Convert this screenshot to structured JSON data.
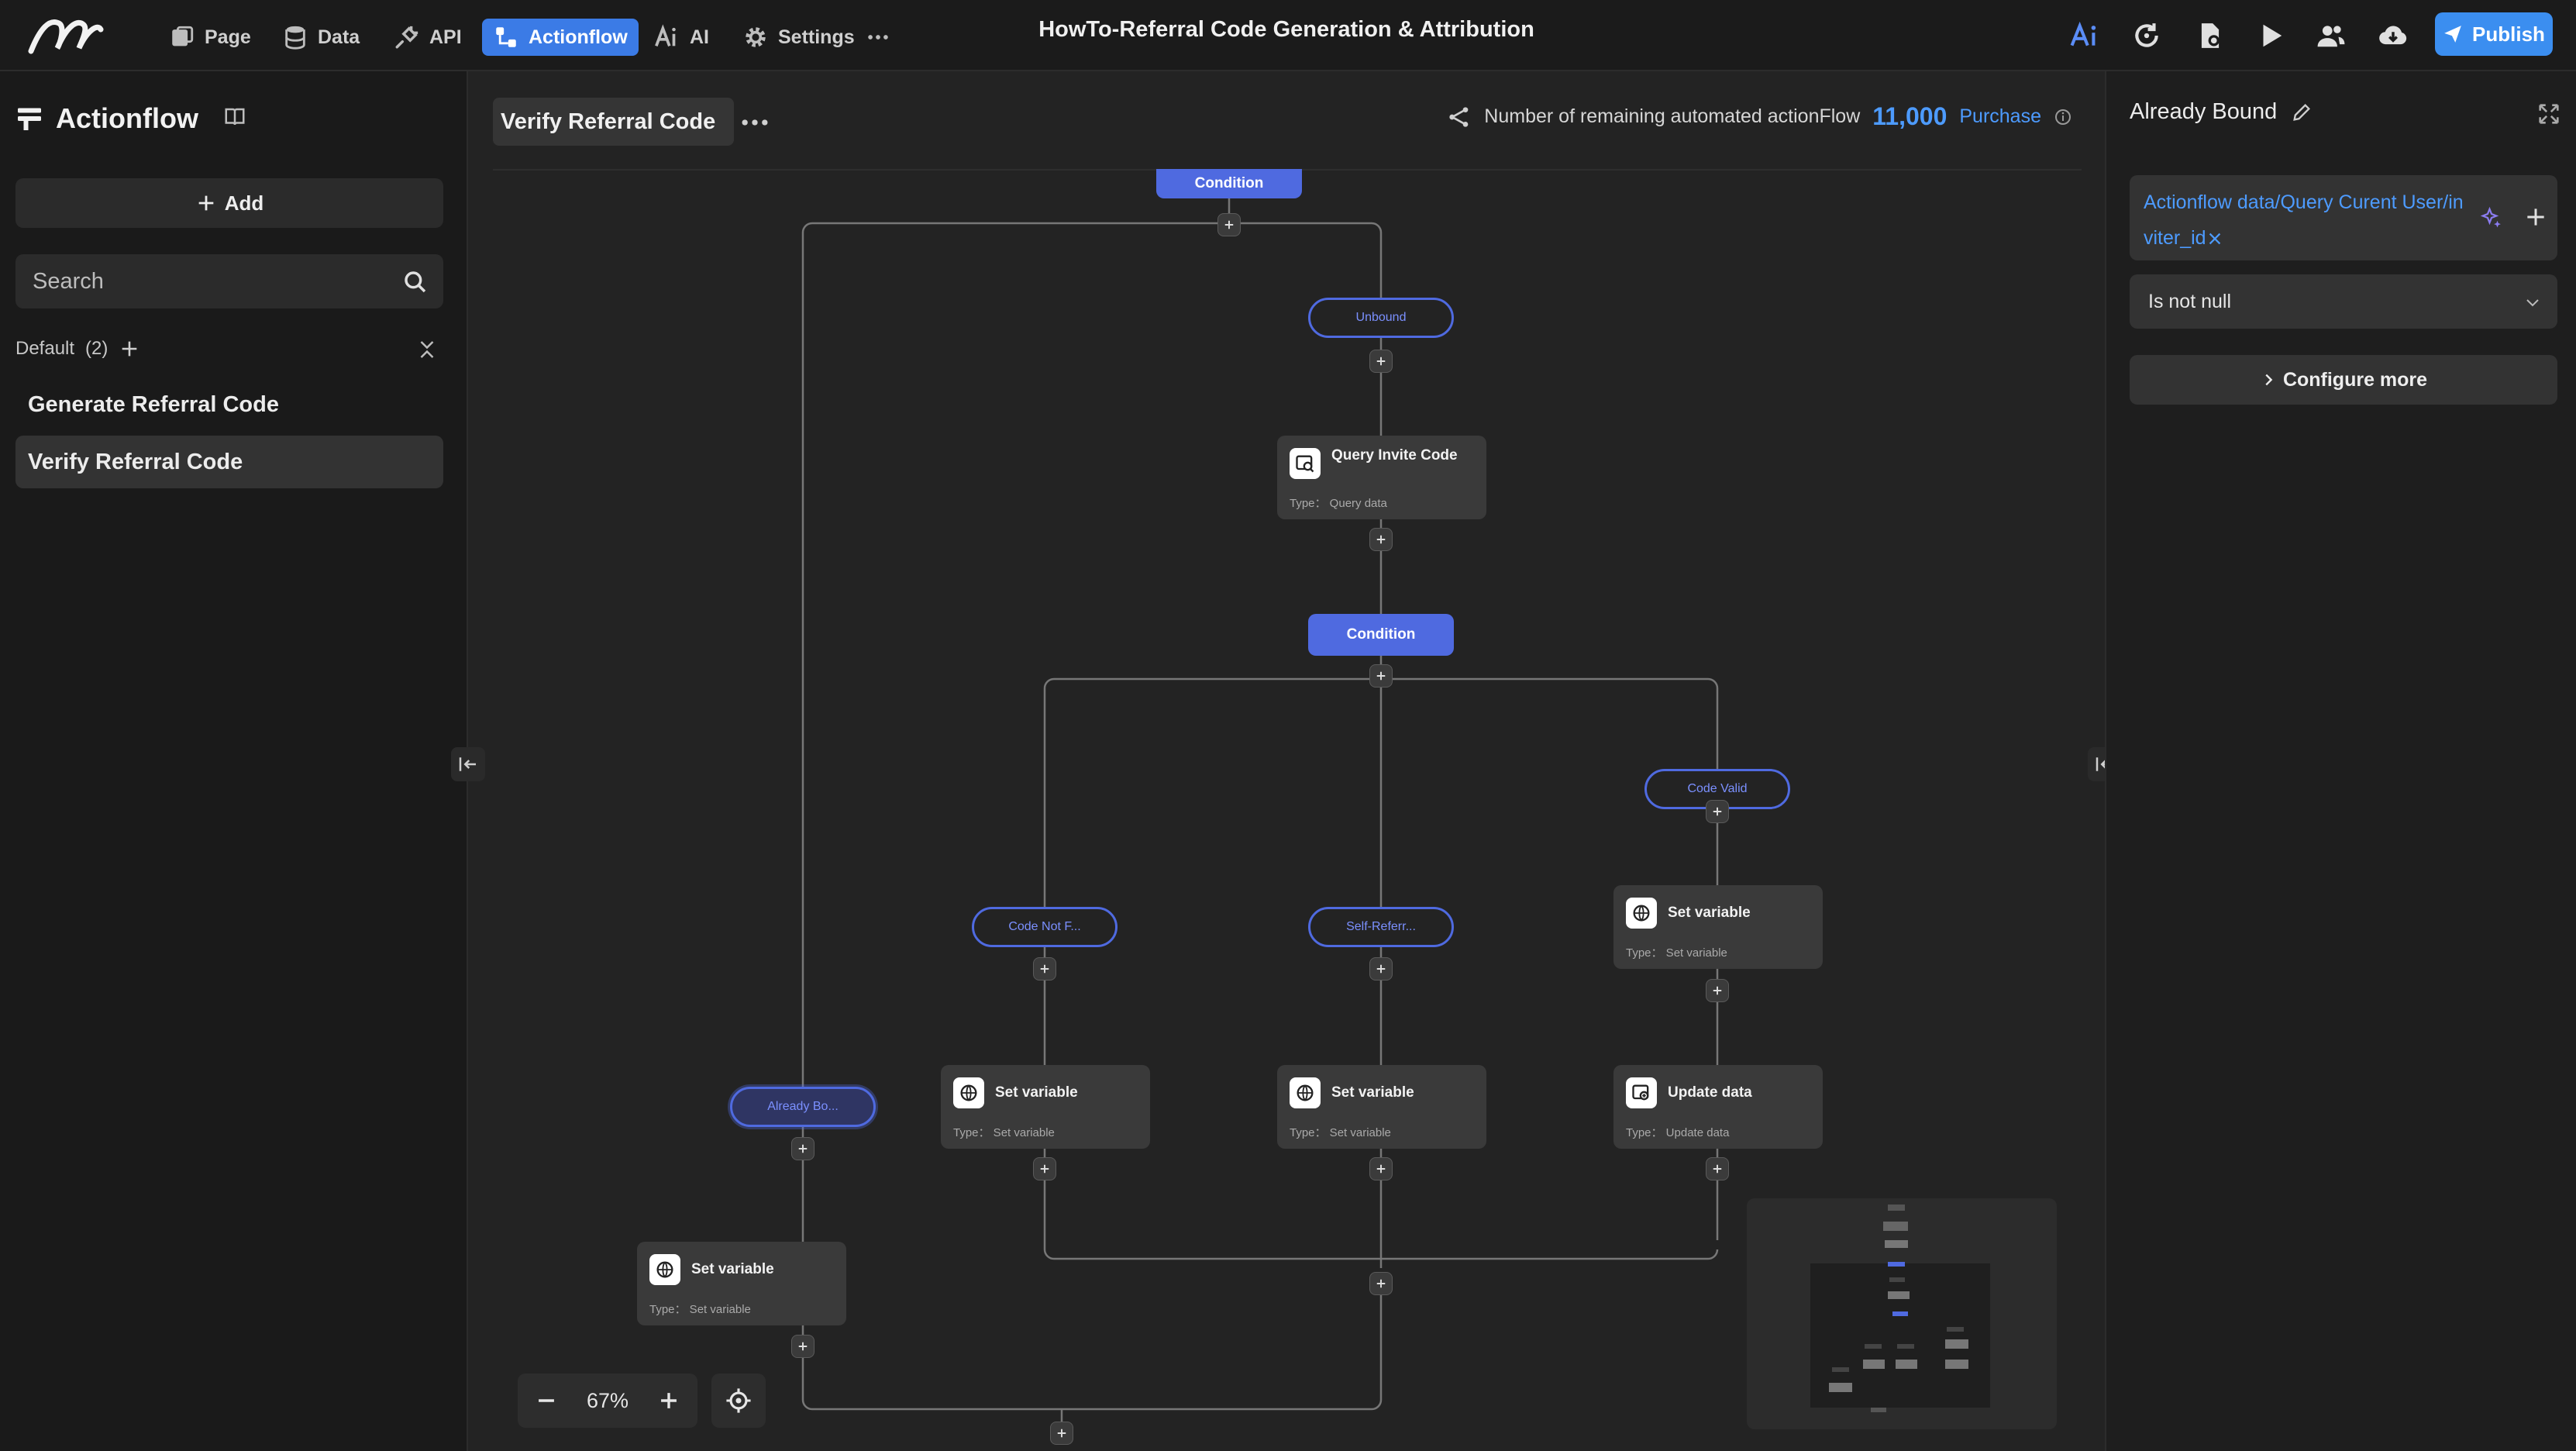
{
  "header": {
    "app_title": "HowTo-Referral Code Generation & Attribution",
    "nav": [
      {
        "label": "Page",
        "icon": "page-icon"
      },
      {
        "label": "Data",
        "icon": "database-icon"
      },
      {
        "label": "API",
        "icon": "plug-icon"
      },
      {
        "label": "Actionflow",
        "icon": "actionflow-icon",
        "active": true
      },
      {
        "label": "AI",
        "icon": "ai-icon"
      },
      {
        "label": "Settings",
        "icon": "gear-icon"
      }
    ],
    "publish_label": "Publish",
    "accent_color": "#3b8ef0"
  },
  "sidebar": {
    "title": "Actionflow",
    "add_label": "Add",
    "search_placeholder": "Search",
    "group_name": "Default",
    "group_count": "(2)",
    "items": [
      {
        "label": "Generate Referral Code",
        "selected": false
      },
      {
        "label": "Verify Referral Code",
        "selected": true
      }
    ]
  },
  "canvas": {
    "flow_name": "Verify Referral Code",
    "remaining_label": "Number of remaining automated actionFlow",
    "remaining_count": "11,000",
    "purchase_label": "Purchase",
    "zoom_level": "67%",
    "nodes": {
      "top_condition": "Condition",
      "unbound_branch": "Unbound",
      "query_invite": {
        "title": "Query Invite Code",
        "type": "Type： Query data"
      },
      "condition": "Condition",
      "code_valid_branch": "Code Valid",
      "code_not_found_branch": "Code Not F...",
      "self_referral_branch": "Self-Referr...",
      "already_bound_branch": "Already Bo...",
      "set_variable_valid": {
        "title": "Set variable",
        "type": "Type： Set variable"
      },
      "update_data": {
        "title": "Update data",
        "type": "Type： Update data"
      },
      "set_variable_notfound": {
        "title": "Set variable",
        "type": "Type： Set variable"
      },
      "set_variable_self": {
        "title": "Set variable",
        "type": "Type： Set variable"
      },
      "set_variable_bound": {
        "title": "Set variable",
        "type": "Type： Set variable"
      }
    },
    "condition_color": "#4f6ae0"
  },
  "inspector": {
    "title": "Already Bound",
    "binding_text": "Actionflow data/Query Curent User/inviter_id",
    "operator": "Is not null",
    "configure_label": "Configure more"
  }
}
